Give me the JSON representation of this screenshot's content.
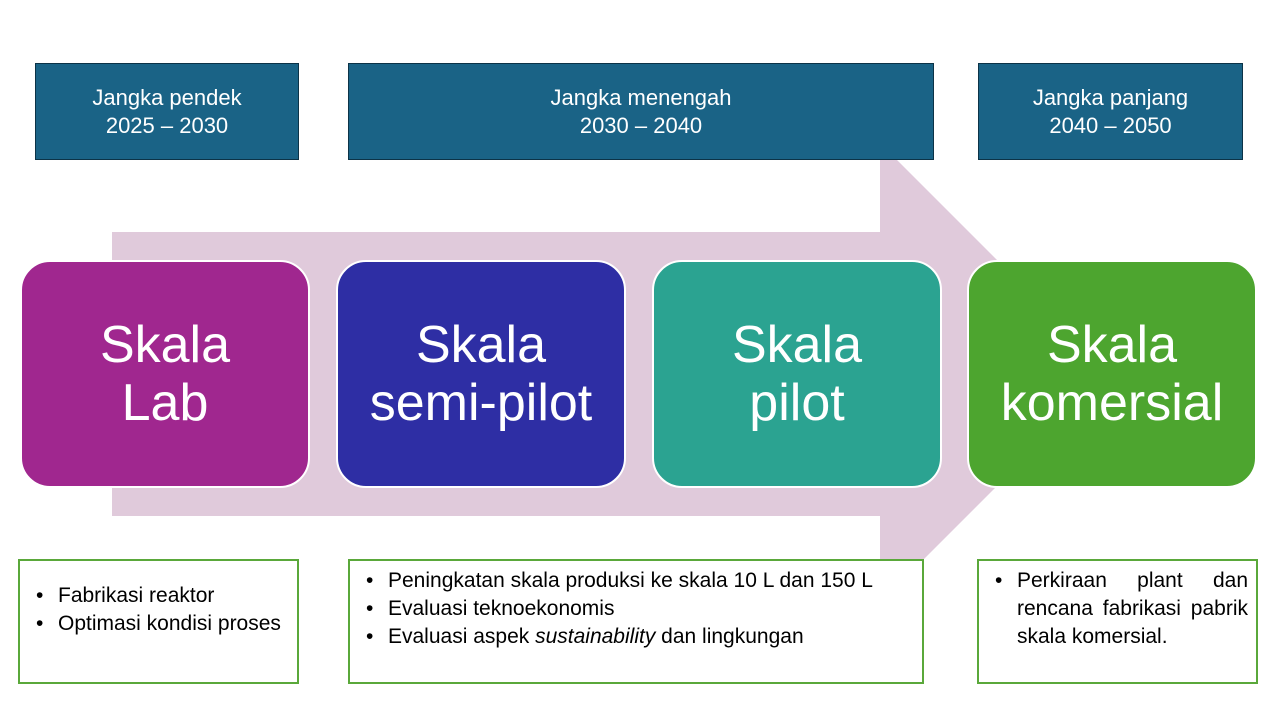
{
  "colors": {
    "arrow": "#e0cadb",
    "phase_box": "#1a6386",
    "phase_border": "#0c3347",
    "stage_lab": "#a0278f",
    "stage_semi_pilot": "#2e2ea4",
    "stage_pilot": "#2ba391",
    "stage_commercial": "#4da52f",
    "note_border": "#5aa83a"
  },
  "phases": [
    {
      "label": "Jangka pendek",
      "years": "2025 – 2030"
    },
    {
      "label": "Jangka menengah",
      "years": "2030 – 2040"
    },
    {
      "label": "Jangka panjang",
      "years": "2040 – 2050"
    }
  ],
  "stages": [
    {
      "line1": "Skala",
      "line2": "Lab"
    },
    {
      "line1": "Skala",
      "line2": "semi-pilot"
    },
    {
      "line1": "Skala",
      "line2": "pilot"
    },
    {
      "line1": "Skala",
      "line2": "komersial"
    }
  ],
  "notes": {
    "short_term": [
      "Fabrikasi reaktor",
      "Optimasi kondisi proses"
    ],
    "mid_term": {
      "item1": "Peningkatan skala produksi ke skala 10 L dan 150 L",
      "item2": "Evaluasi teknoekonomis",
      "item3_prefix": "Evaluasi aspek ",
      "item3_emphasis": "sustainability",
      "item3_suffix": " dan lingkungan"
    },
    "long_term": [
      "Perkiraan plant dan rencana fabrikasi pabrik skala komersial."
    ]
  }
}
